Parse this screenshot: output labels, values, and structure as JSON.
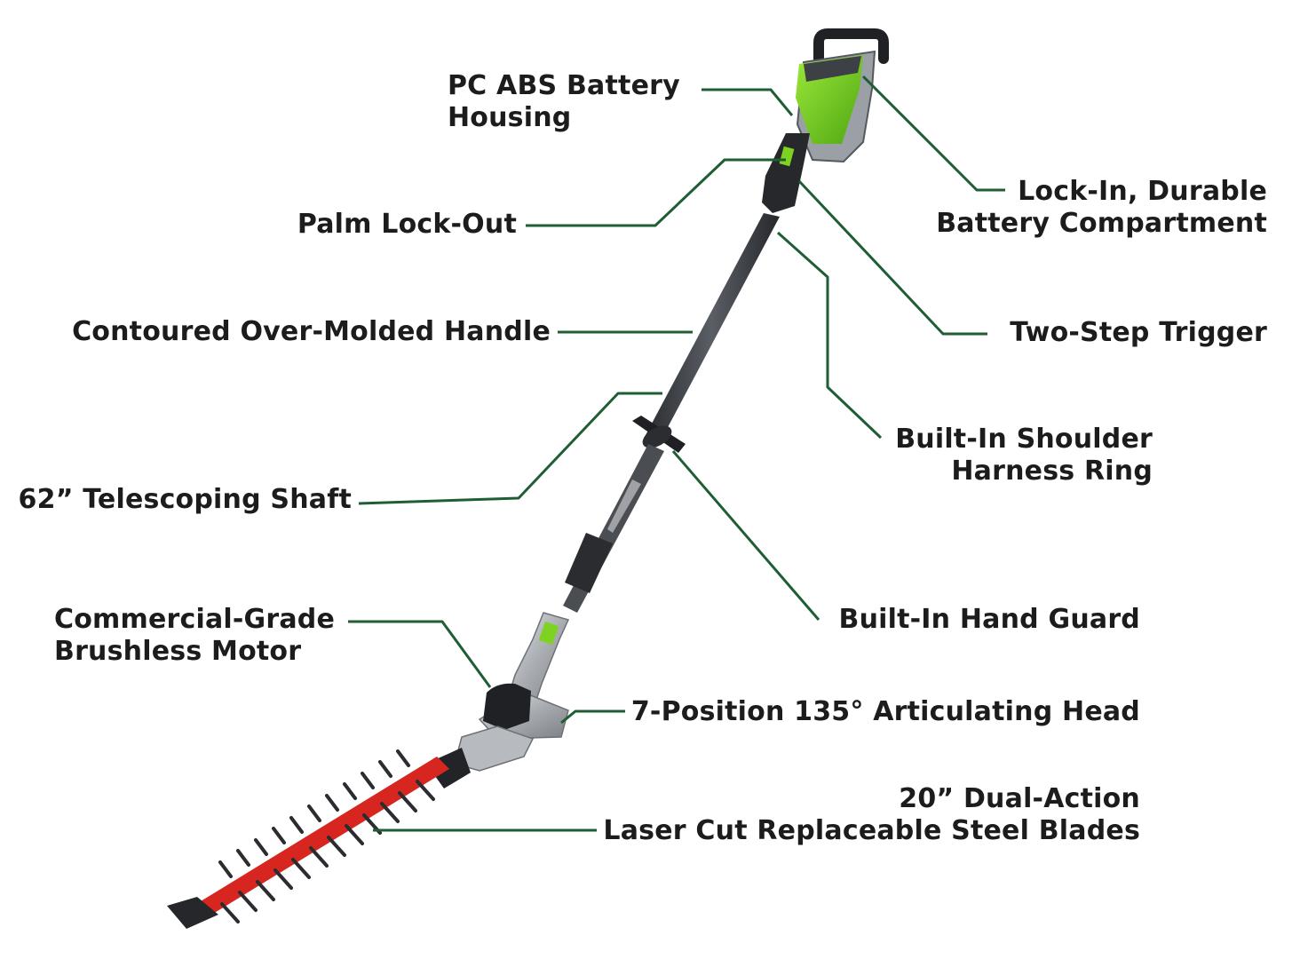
{
  "colors": {
    "leader_line": "#1f5e34",
    "accent_green": "#7ed321",
    "blade_red": "#d7261f",
    "shaft_dark": "#3a3d42",
    "metal_gray": "#b9bcc0"
  },
  "callouts": {
    "battery_housing": {
      "line1": "PC ABS Battery",
      "line2": "Housing"
    },
    "battery_compartment": {
      "line1": "Lock-In, Durable",
      "line2": "Battery Compartment"
    },
    "palm_lockout": {
      "line1": "Palm Lock-Out"
    },
    "trigger": {
      "line1": "Two-Step Trigger"
    },
    "handle": {
      "line1": "Contoured Over-Molded Handle"
    },
    "harness_ring": {
      "line1": "Built-In Shoulder",
      "line2": "Harness Ring"
    },
    "shaft": {
      "line1": "62” Telescoping Shaft"
    },
    "hand_guard": {
      "line1": "Built-In Hand Guard"
    },
    "motor": {
      "line1": "Commercial-Grade",
      "line2": "Brushless Motor"
    },
    "head": {
      "line1": "7-Position 135° Articulating Head"
    },
    "blades": {
      "line1": "20” Dual-Action",
      "line2": "Laser Cut Replaceable Steel Blades"
    }
  }
}
